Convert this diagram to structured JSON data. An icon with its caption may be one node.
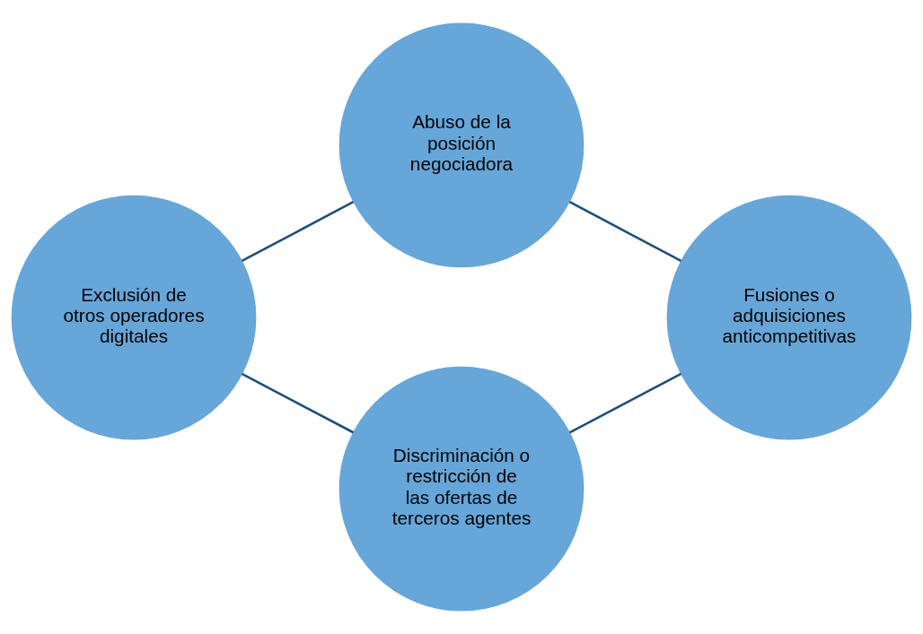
{
  "diagram": {
    "nodes": [
      {
        "text": [
          "Abuso de la posición negociadora"
        ]
      },
      {
        "text": [
          "Exclusión de otros operadores digitales"
        ]
      },
      {
        "text": [
          "Fusiones o adquisiciones anticompetitivas"
        ]
      },
      {
        "text": [
          "Discriminación o restricción de las ofertas de terceros agentes"
        ]
      }
    ],
    "edges": [
      {
        "from": 1,
        "to": 0,
        "arrow": "none",
        "color": "#1f4e79"
      },
      {
        "from": 0,
        "to": 2,
        "arrow": "none",
        "color": "#1f4e79"
      },
      {
        "from": 1,
        "to": 3,
        "arrow": "none",
        "color": "#1f4e79"
      },
      {
        "from": 3,
        "to": 2,
        "arrow": "none",
        "color": "#1f4e79"
      }
    ]
  }
}
